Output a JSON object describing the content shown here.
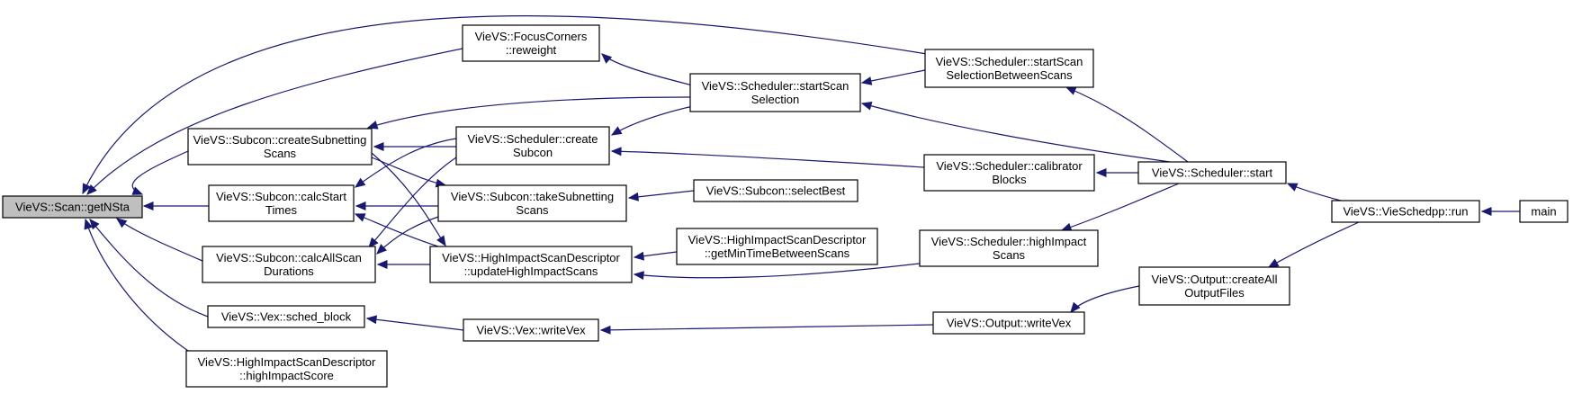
{
  "colors": {
    "edge": "#191970",
    "root_fill": "#bfbfbf",
    "node_fill": "#ffffff",
    "border": "#000000"
  },
  "nodes": {
    "getnsta": {
      "lines": [
        "VieVS::Scan::getNSta"
      ]
    },
    "reweight": {
      "lines": [
        "VieVS::FocusCorners",
        "::reweight"
      ]
    },
    "createsubnet": {
      "lines": [
        "VieVS::Subcon::createSubnetting",
        "Scans"
      ]
    },
    "calcstart": {
      "lines": [
        "VieVS::Subcon::calcStart",
        "Times"
      ]
    },
    "calcall": {
      "lines": [
        "VieVS::Subcon::calcAllScan",
        "Durations"
      ]
    },
    "schedblock": {
      "lines": [
        "VieVS::Vex::sched_block"
      ]
    },
    "hiscore": {
      "lines": [
        "VieVS::HighImpactScanDescriptor",
        "::highImpactScore"
      ]
    },
    "createsubcon": {
      "lines": [
        "VieVS::Scheduler::create",
        "Subcon"
      ]
    },
    "takesubnet": {
      "lines": [
        "VieVS::Subcon::takeSubnetting",
        "Scans"
      ]
    },
    "updatehi": {
      "lines": [
        "VieVS::HighImpactScanDescriptor",
        "::updateHighImpactScans"
      ]
    },
    "writevexvex": {
      "lines": [
        "VieVS::Vex::writeVex"
      ]
    },
    "startscansel": {
      "lines": [
        "VieVS::Scheduler::startScan",
        "Selection"
      ]
    },
    "selectbest": {
      "lines": [
        "VieVS::Subcon::selectBest"
      ]
    },
    "getmintime": {
      "lines": [
        "VieVS::HighImpactScanDescriptor",
        "::getMinTimeBetweenScans"
      ]
    },
    "startscanselbtw": {
      "lines": [
        "VieVS::Scheduler::startScan",
        "SelectionBetweenScans"
      ]
    },
    "calibrator": {
      "lines": [
        "VieVS::Scheduler::calibrator",
        "Blocks"
      ]
    },
    "highimpactscans": {
      "lines": [
        "VieVS::Scheduler::highImpact",
        "Scans"
      ]
    },
    "outwritevex": {
      "lines": [
        "VieVS::Output::writeVex"
      ]
    },
    "schedstart": {
      "lines": [
        "VieVS::Scheduler::start"
      ]
    },
    "createall": {
      "lines": [
        "VieVS::Output::createAll",
        "OutputFiles"
      ]
    },
    "run": {
      "lines": [
        "VieVS::VieSchedpp::run"
      ]
    },
    "main": {
      "lines": [
        "main"
      ]
    }
  },
  "edges": [
    [
      "reweight",
      "getnsta"
    ],
    [
      "createsubnet",
      "getnsta"
    ],
    [
      "calcstart",
      "getnsta"
    ],
    [
      "calcall",
      "getnsta"
    ],
    [
      "schedblock",
      "getnsta"
    ],
    [
      "hiscore",
      "getnsta"
    ],
    [
      "startscanselbtw",
      "getnsta"
    ],
    [
      "createsubcon",
      "createsubnet"
    ],
    [
      "startscansel",
      "createsubnet"
    ],
    [
      "takesubnet",
      "calcstart"
    ],
    [
      "createsubcon",
      "calcstart"
    ],
    [
      "updatehi",
      "calcstart"
    ],
    [
      "updatehi",
      "calcall"
    ],
    [
      "takesubnet",
      "calcall"
    ],
    [
      "createsubcon",
      "calcall"
    ],
    [
      "createsubnet",
      "updatehi"
    ],
    [
      "createsubnet",
      "takesubnet"
    ],
    [
      "writevexvex",
      "schedblock"
    ],
    [
      "startscansel",
      "reweight"
    ],
    [
      "startscansel",
      "createsubcon"
    ],
    [
      "selectbest",
      "takesubnet"
    ],
    [
      "getmintime",
      "updatehi"
    ],
    [
      "highimpactscans",
      "updatehi"
    ],
    [
      "outwritevex",
      "writevexvex"
    ],
    [
      "startscanselbtw",
      "startscansel"
    ],
    [
      "schedstart",
      "startscansel"
    ],
    [
      "calibrator",
      "createsubcon"
    ],
    [
      "schedstart",
      "startscanselbtw"
    ],
    [
      "schedstart",
      "calibrator"
    ],
    [
      "schedstart",
      "highimpactscans"
    ],
    [
      "createall",
      "outwritevex"
    ],
    [
      "run",
      "schedstart"
    ],
    [
      "run",
      "createall"
    ],
    [
      "main",
      "run"
    ]
  ]
}
